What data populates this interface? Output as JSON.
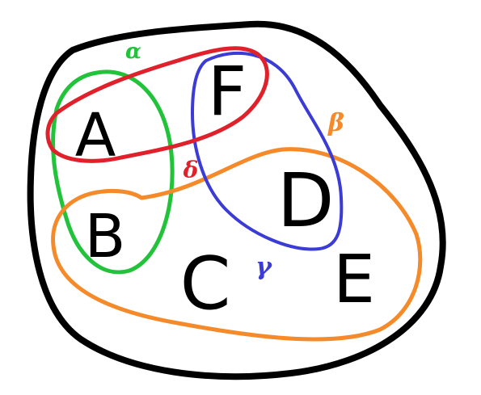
{
  "diagram": {
    "background": "#ffffff",
    "regions": [
      {
        "id": "outer",
        "color": "#000000"
      },
      {
        "id": "alpha",
        "color": "#22c33a"
      },
      {
        "id": "beta",
        "color": "#f58a2a"
      },
      {
        "id": "gamma",
        "color": "#3b3bd6"
      },
      {
        "id": "delta",
        "color": "#e0202a"
      }
    ],
    "elements": {
      "A": "A",
      "B": "B",
      "C": "C",
      "D": "D",
      "E": "E",
      "F": "F"
    },
    "set_labels": {
      "alpha": "α",
      "beta": "β",
      "gamma": "γ",
      "delta": "δ"
    }
  }
}
